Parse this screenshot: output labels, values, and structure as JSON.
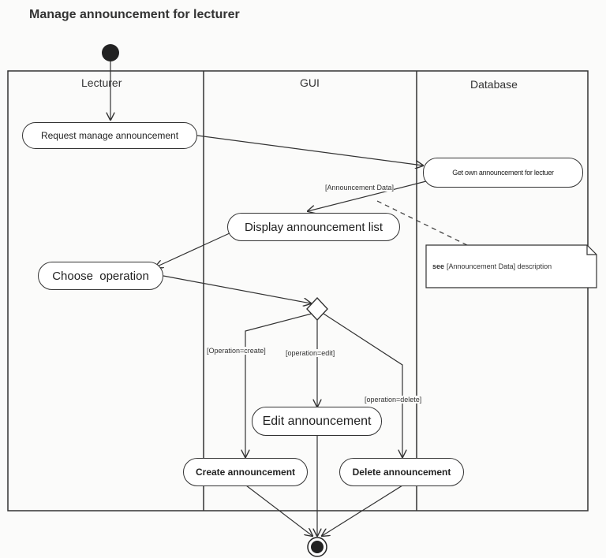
{
  "title": "Manage announcement for lecturer",
  "lanes": {
    "lecturer": "Lecturer",
    "gui": "GUI",
    "database": "Database"
  },
  "actions": {
    "request": "Request manage announcement",
    "get_own": "Get own announcement for lectuer",
    "display_list": "Display announcement list",
    "choose": "Choose  operation",
    "edit": "Edit announcement",
    "create": "Create announcement",
    "delete": "Delete announcement"
  },
  "guards": {
    "announcement_data": "[Announcement Data]",
    "create": "[Operation=create]",
    "edit": "[operation=edit]",
    "delete": "[operation=delete]"
  },
  "note": {
    "prefix": "see",
    "text": "[Announcement Data] description"
  }
}
